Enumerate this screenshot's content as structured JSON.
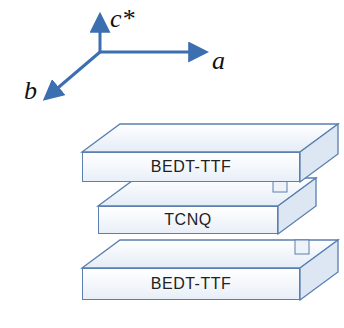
{
  "diagram": {
    "nodes": [
      {
        "text": [
          "BEDT-TTF"
        ]
      },
      {
        "text": [
          "TCNQ"
        ]
      },
      {
        "text": [
          "BEDT-TTF"
        ]
      }
    ],
    "labels": [
      "c*",
      "a",
      "b"
    ]
  }
}
